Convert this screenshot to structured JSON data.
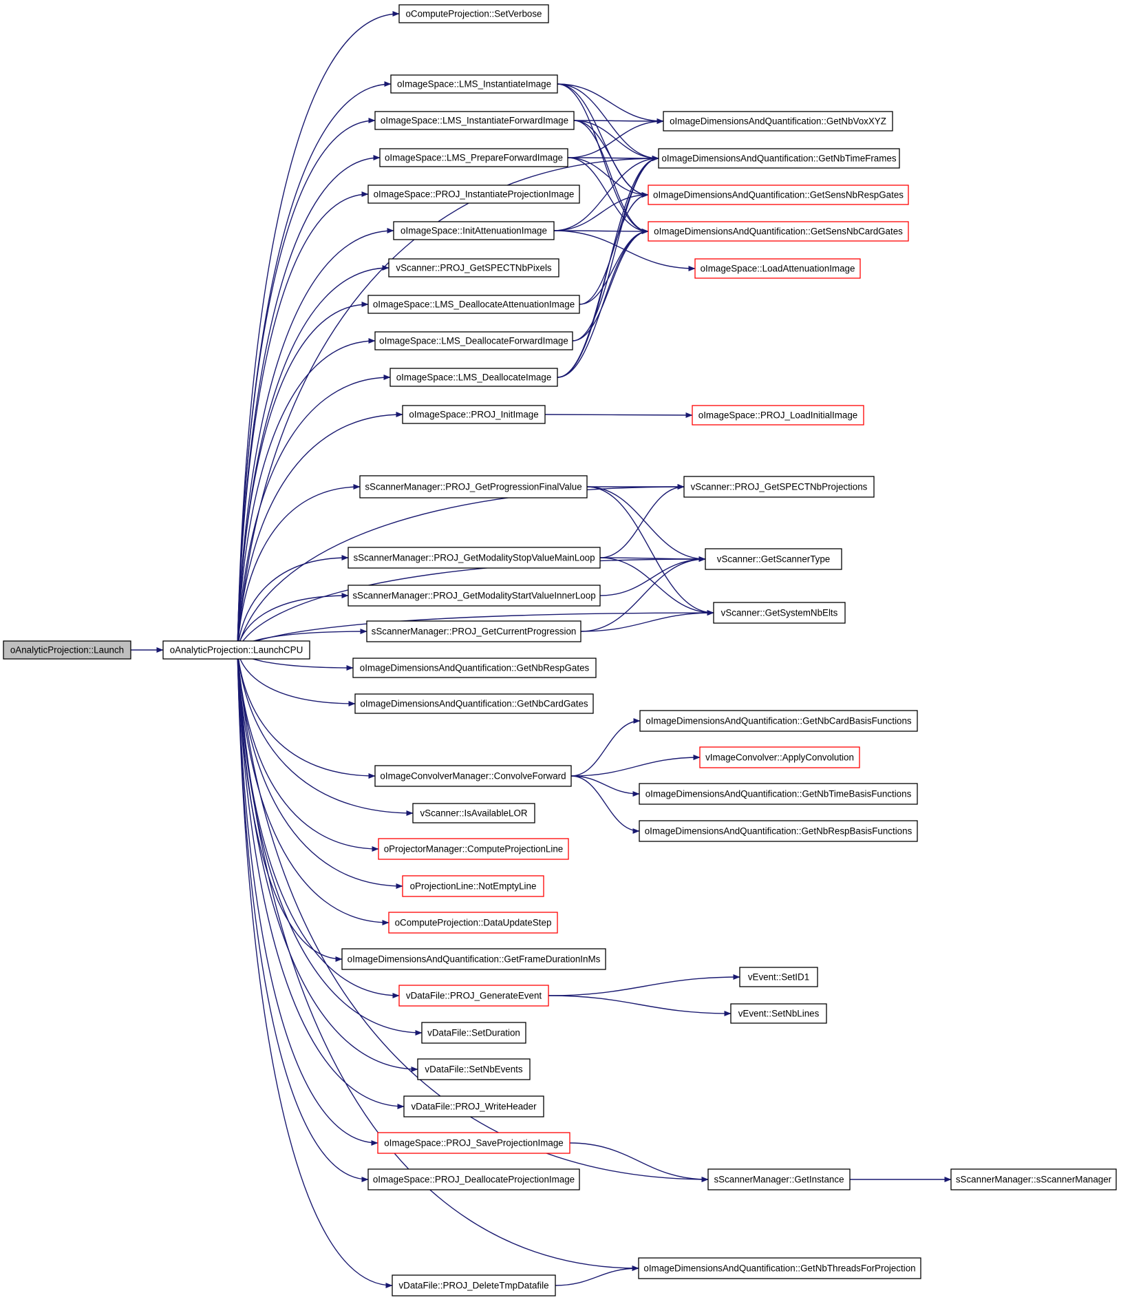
{
  "graph": {
    "colors": {
      "edge": "#191970",
      "border_normal": "#000000",
      "border_truncated": "#ff0000",
      "fill_root": "#bfbfbf",
      "fill_normal": "#ffffff"
    },
    "nodes": [
      {
        "id": "launch",
        "label": "oAnalyticProjection::Launch",
        "style": "root"
      },
      {
        "id": "launchcpu",
        "label": "oAnalyticProjection::LaunchCPU",
        "style": "normal"
      },
      {
        "id": "setverbose",
        "label": "oComputeProjection::SetVerbose",
        "style": "normal"
      },
      {
        "id": "lms_inst_img",
        "label": "oImageSpace::LMS_InstantiateImage",
        "style": "normal"
      },
      {
        "id": "lms_inst_fwd",
        "label": "oImageSpace::LMS_InstantiateForwardImage",
        "style": "normal"
      },
      {
        "id": "lms_prep_fwd",
        "label": "oImageSpace::LMS_PrepareForwardImage",
        "style": "normal"
      },
      {
        "id": "proj_inst_proj",
        "label": "oImageSpace::PROJ_InstantiateProjectionImage",
        "style": "normal"
      },
      {
        "id": "init_att",
        "label": "oImageSpace::InitAttenuationImage",
        "style": "normal"
      },
      {
        "id": "spect_pix",
        "label": "vScanner::PROJ_GetSPECTNbPixels",
        "style": "normal"
      },
      {
        "id": "lms_dealloc_att",
        "label": "oImageSpace::LMS_DeallocateAttenuationImage",
        "style": "normal"
      },
      {
        "id": "lms_dealloc_fwd",
        "label": "oImageSpace::LMS_DeallocateForwardImage",
        "style": "normal"
      },
      {
        "id": "lms_dealloc_img",
        "label": "oImageSpace::LMS_DeallocateImage",
        "style": "normal"
      },
      {
        "id": "proj_init_img",
        "label": "oImageSpace::PROJ_InitImage",
        "style": "normal"
      },
      {
        "id": "prog_final",
        "label": "sScannerManager::PROJ_GetProgressionFinalValue",
        "style": "normal"
      },
      {
        "id": "stop_main",
        "label": "sScannerManager::PROJ_GetModalityStopValueMainLoop",
        "style": "normal"
      },
      {
        "id": "start_inner",
        "label": "sScannerManager::PROJ_GetModalityStartValueInnerLoop",
        "style": "normal"
      },
      {
        "id": "cur_prog",
        "label": "sScannerManager::PROJ_GetCurrentProgression",
        "style": "normal"
      },
      {
        "id": "nb_resp_gates",
        "label": "oImageDimensionsAndQuantification::GetNbRespGates",
        "style": "normal"
      },
      {
        "id": "nb_card_gates",
        "label": "oImageDimensionsAndQuantification::GetNbCardGates",
        "style": "normal"
      },
      {
        "id": "conv_fwd",
        "label": "oImageConvolverManager::ConvolveForward",
        "style": "normal"
      },
      {
        "id": "avail_lor",
        "label": "vScanner::IsAvailableLOR",
        "style": "normal"
      },
      {
        "id": "comp_proj_line",
        "label": "oProjectorManager::ComputeProjectionLine",
        "style": "truncated"
      },
      {
        "id": "not_empty",
        "label": "oProjectionLine::NotEmptyLine",
        "style": "truncated"
      },
      {
        "id": "data_update",
        "label": "oComputeProjection::DataUpdateStep",
        "style": "truncated"
      },
      {
        "id": "frame_dur",
        "label": "oImageDimensionsAndQuantification::GetFrameDurationInMs",
        "style": "normal"
      },
      {
        "id": "gen_event",
        "label": "vDataFile::PROJ_GenerateEvent",
        "style": "truncated"
      },
      {
        "id": "set_duration",
        "label": "vDataFile::SetDuration",
        "style": "normal"
      },
      {
        "id": "set_nb_events",
        "label": "vDataFile::SetNbEvents",
        "style": "normal"
      },
      {
        "id": "write_header",
        "label": "vDataFile::PROJ_WriteHeader",
        "style": "normal"
      },
      {
        "id": "save_proj",
        "label": "oImageSpace::PROJ_SaveProjectionImage",
        "style": "truncated"
      },
      {
        "id": "dealloc_proj",
        "label": "oImageSpace::PROJ_DeallocateProjectionImage",
        "style": "normal"
      },
      {
        "id": "del_tmp",
        "label": "vDataFile::PROJ_DeleteTmpDatafile",
        "style": "normal"
      },
      {
        "id": "nb_vox",
        "label": "oImageDimensionsAndQuantification::GetNbVoxXYZ",
        "style": "normal"
      },
      {
        "id": "nb_time_frames",
        "label": "oImageDimensionsAndQuantification::GetNbTimeFrames",
        "style": "normal"
      },
      {
        "id": "sens_resp",
        "label": "oImageDimensionsAndQuantification::GetSensNbRespGates",
        "style": "truncated"
      },
      {
        "id": "sens_card",
        "label": "oImageDimensionsAndQuantification::GetSensNbCardGates",
        "style": "truncated"
      },
      {
        "id": "load_att",
        "label": "oImageSpace::LoadAttenuationImage",
        "style": "truncated"
      },
      {
        "id": "load_initial",
        "label": "oImageSpace::PROJ_LoadInitialImage",
        "style": "truncated"
      },
      {
        "id": "spect_proj",
        "label": "vScanner::PROJ_GetSPECTNbProjections",
        "style": "normal"
      },
      {
        "id": "scanner_type",
        "label": "vScanner::GetScannerType",
        "style": "normal"
      },
      {
        "id": "sys_nb_elts",
        "label": "vScanner::GetSystemNbElts",
        "style": "normal"
      },
      {
        "id": "card_basis",
        "label": "oImageDimensionsAndQuantification::GetNbCardBasisFunctions",
        "style": "normal"
      },
      {
        "id": "apply_conv",
        "label": "vImageConvolver::ApplyConvolution",
        "style": "truncated"
      },
      {
        "id": "time_basis",
        "label": "oImageDimensionsAndQuantification::GetNbTimeBasisFunctions",
        "style": "normal"
      },
      {
        "id": "resp_basis",
        "label": "oImageDimensionsAndQuantification::GetNbRespBasisFunctions",
        "style": "normal"
      },
      {
        "id": "set_id1",
        "label": "vEvent::SetID1",
        "style": "normal"
      },
      {
        "id": "set_nb_lines",
        "label": "vEvent::SetNbLines",
        "style": "normal"
      },
      {
        "id": "get_instance",
        "label": "sScannerManager::GetInstance",
        "style": "normal"
      },
      {
        "id": "sscanner_ctor",
        "label": "sScannerManager::sScannerManager",
        "style": "normal"
      },
      {
        "id": "nb_threads",
        "label": "oImageDimensionsAndQuantification::GetNbThreadsForProjection",
        "style": "normal"
      }
    ],
    "edges": [
      [
        "launch",
        "launchcpu"
      ],
      [
        "launchcpu",
        "setverbose"
      ],
      [
        "launchcpu",
        "nb_time_frames"
      ],
      [
        "launchcpu",
        "lms_inst_img"
      ],
      [
        "launchcpu",
        "lms_inst_fwd"
      ],
      [
        "launchcpu",
        "lms_prep_fwd"
      ],
      [
        "launchcpu",
        "proj_inst_proj"
      ],
      [
        "launchcpu",
        "init_att"
      ],
      [
        "launchcpu",
        "spect_pix"
      ],
      [
        "launchcpu",
        "lms_dealloc_att"
      ],
      [
        "launchcpu",
        "lms_dealloc_fwd"
      ],
      [
        "launchcpu",
        "lms_dealloc_img"
      ],
      [
        "launchcpu",
        "proj_init_img"
      ],
      [
        "launchcpu",
        "spect_proj"
      ],
      [
        "launchcpu",
        "prog_final"
      ],
      [
        "launchcpu",
        "scanner_type"
      ],
      [
        "launchcpu",
        "stop_main"
      ],
      [
        "launchcpu",
        "start_inner"
      ],
      [
        "launchcpu",
        "cur_prog"
      ],
      [
        "launchcpu",
        "nb_resp_gates"
      ],
      [
        "launchcpu",
        "nb_card_gates"
      ],
      [
        "launchcpu",
        "sys_nb_elts"
      ],
      [
        "launchcpu",
        "conv_fwd"
      ],
      [
        "launchcpu",
        "avail_lor"
      ],
      [
        "launchcpu",
        "comp_proj_line"
      ],
      [
        "launchcpu",
        "not_empty"
      ],
      [
        "launchcpu",
        "data_update"
      ],
      [
        "launchcpu",
        "frame_dur"
      ],
      [
        "launchcpu",
        "gen_event"
      ],
      [
        "launchcpu",
        "set_duration"
      ],
      [
        "launchcpu",
        "set_nb_events"
      ],
      [
        "launchcpu",
        "write_header"
      ],
      [
        "launchcpu",
        "save_proj"
      ],
      [
        "launchcpu",
        "dealloc_proj"
      ],
      [
        "launchcpu",
        "get_instance"
      ],
      [
        "launchcpu",
        "nb_threads"
      ],
      [
        "launchcpu",
        "del_tmp"
      ],
      [
        "lms_inst_img",
        "nb_vox"
      ],
      [
        "lms_inst_img",
        "nb_time_frames"
      ],
      [
        "lms_inst_img",
        "sens_resp"
      ],
      [
        "lms_inst_img",
        "sens_card"
      ],
      [
        "lms_inst_fwd",
        "nb_vox"
      ],
      [
        "lms_inst_fwd",
        "nb_time_frames"
      ],
      [
        "lms_inst_fwd",
        "sens_resp"
      ],
      [
        "lms_inst_fwd",
        "sens_card"
      ],
      [
        "lms_prep_fwd",
        "nb_vox"
      ],
      [
        "lms_prep_fwd",
        "nb_time_frames"
      ],
      [
        "lms_prep_fwd",
        "sens_resp"
      ],
      [
        "lms_prep_fwd",
        "sens_card"
      ],
      [
        "init_att",
        "nb_time_frames"
      ],
      [
        "init_att",
        "sens_resp"
      ],
      [
        "init_att",
        "sens_card"
      ],
      [
        "init_att",
        "load_att"
      ],
      [
        "lms_dealloc_att",
        "nb_time_frames"
      ],
      [
        "lms_dealloc_att",
        "sens_card"
      ],
      [
        "lms_dealloc_fwd",
        "nb_time_frames"
      ],
      [
        "lms_dealloc_fwd",
        "sens_card"
      ],
      [
        "lms_dealloc_img",
        "nb_time_frames"
      ],
      [
        "lms_dealloc_img",
        "sens_resp"
      ],
      [
        "lms_dealloc_img",
        "sens_card"
      ],
      [
        "proj_init_img",
        "load_initial"
      ],
      [
        "prog_final",
        "spect_proj"
      ],
      [
        "prog_final",
        "scanner_type"
      ],
      [
        "prog_final",
        "sys_nb_elts"
      ],
      [
        "stop_main",
        "spect_proj"
      ],
      [
        "stop_main",
        "scanner_type"
      ],
      [
        "stop_main",
        "sys_nb_elts"
      ],
      [
        "start_inner",
        "scanner_type"
      ],
      [
        "cur_prog",
        "scanner_type"
      ],
      [
        "cur_prog",
        "sys_nb_elts"
      ],
      [
        "conv_fwd",
        "card_basis"
      ],
      [
        "conv_fwd",
        "apply_conv"
      ],
      [
        "conv_fwd",
        "time_basis"
      ],
      [
        "conv_fwd",
        "resp_basis"
      ],
      [
        "gen_event",
        "set_id1"
      ],
      [
        "gen_event",
        "set_nb_lines"
      ],
      [
        "save_proj",
        "get_instance"
      ],
      [
        "get_instance",
        "sscanner_ctor"
      ],
      [
        "del_tmp",
        "nb_threads"
      ]
    ]
  }
}
